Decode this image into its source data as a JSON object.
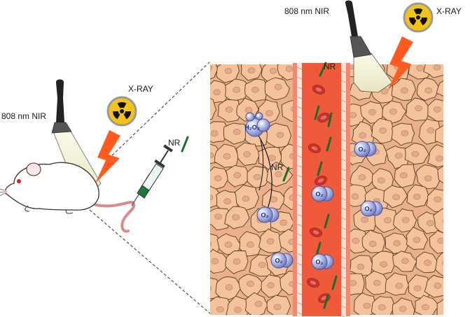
{
  "labels": {
    "nir_left": "808 nm NIR",
    "xray_left": "X-RAY",
    "nr_syringe": "NR",
    "nir_right": "808 nm NIR",
    "xray_right": "X-RAY",
    "nr_vessel": "NR",
    "nr_arrow": "NR",
    "h2o2": "H₂O₂",
    "o2": "O₂"
  },
  "colors": {
    "cell_fill": "#f4c39c",
    "cell_stroke": "#5a3b26",
    "nucleus": "#e3a98a",
    "vessel": "#ef5a3a",
    "vessel_wall": "#f3c9b8",
    "rbc": "#c9322a",
    "nanorod": "#1d6b2b",
    "o2_bubble": "#9ea8dc",
    "flash": "#ff5a1f",
    "radiation_bg": "#f2c418",
    "radiation_ring": "#9a9a9a",
    "beam": "#f3f1dc"
  },
  "icons": [
    "mouse-icon",
    "syringe-icon",
    "laser-probe-icon",
    "radiation-icon",
    "lightning-icon",
    "o2-bubble-icon",
    "h2o2-bubble-icon",
    "red-blood-cell-icon",
    "nanorod-icon"
  ]
}
